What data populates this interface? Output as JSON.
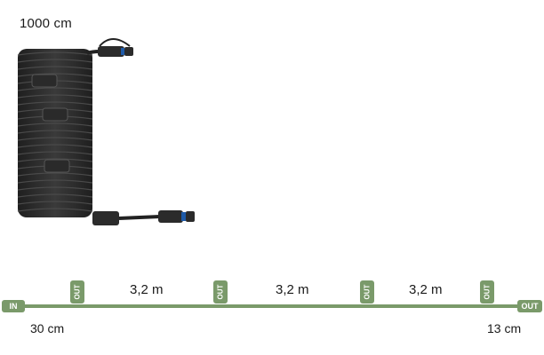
{
  "title": "1000 cm",
  "diagram": {
    "in_label": "IN",
    "out_end_label": "OUT",
    "junctions": [
      "OUT",
      "OUT",
      "OUT",
      "OUT"
    ],
    "segments": [
      "3,2 m",
      "3,2 m",
      "3,2 m"
    ],
    "lead_in": "30 cm",
    "lead_out": "13 cm"
  },
  "colors": {
    "line": "#7a9a6a",
    "cable": "#2b2b2b",
    "connector_accent": "#1e5aa8"
  }
}
